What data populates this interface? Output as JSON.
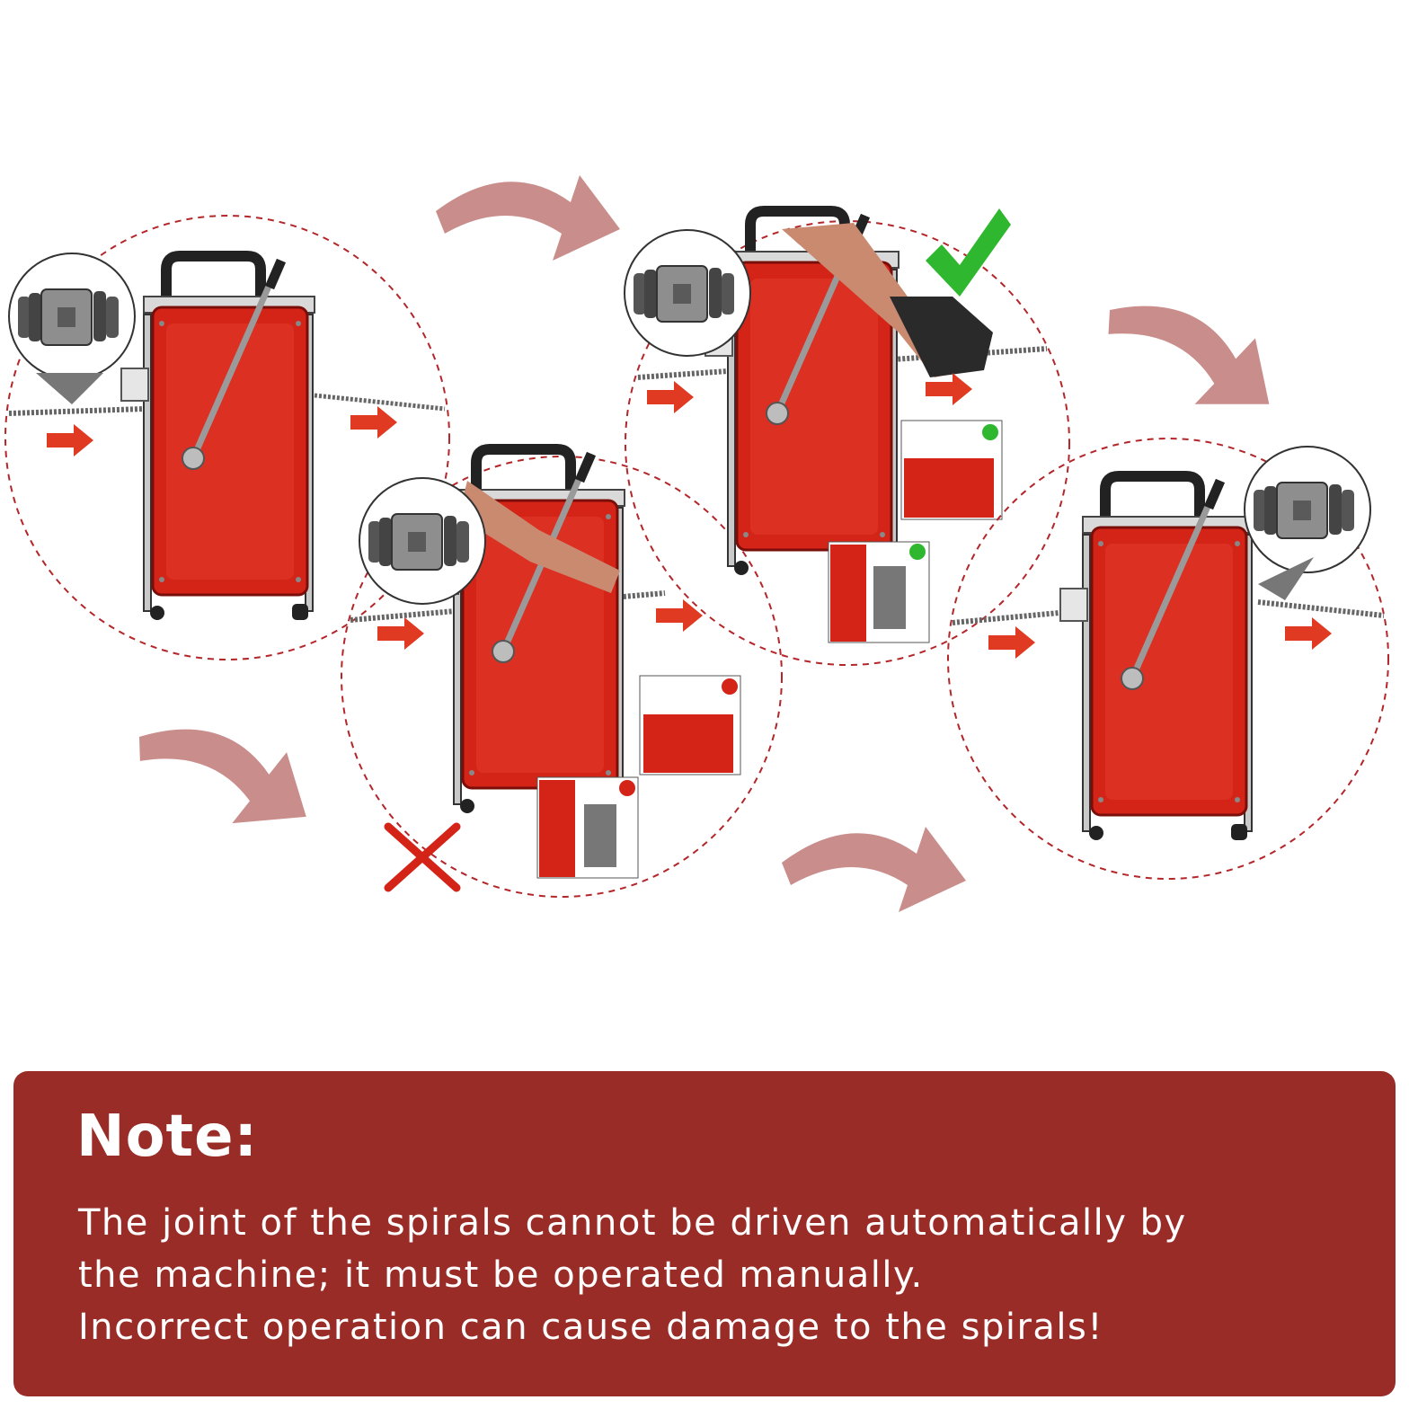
{
  "illustration": {
    "colors": {
      "machine_red": "#d42418",
      "dashed_circle": "#b3262a",
      "flow_arrow": "#c98d8b",
      "feed_arrow": "#e03a22",
      "correct_check": "#2fb82f",
      "wrong_cross": "#d42418"
    },
    "steps": [
      {
        "name": "step-1-joint-at-inlet",
        "indicator": "none"
      },
      {
        "name": "step-2-wrong-handle-down",
        "indicator": "wrong-cross-icon"
      },
      {
        "name": "step-3-correct-manual-push",
        "indicator": "correct-check-icon"
      },
      {
        "name": "step-4-joint-at-outlet",
        "indicator": "none"
      }
    ]
  },
  "note": {
    "title": "Note:",
    "lines": [
      "The joint of the spirals cannot be driven automatically by",
      "the machine; it must be operated manually.",
      "Incorrect operation can cause damage to the spirals!"
    ]
  }
}
